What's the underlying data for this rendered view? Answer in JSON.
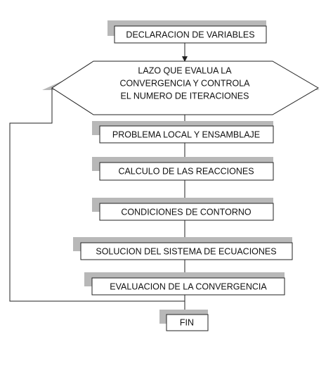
{
  "diagram": {
    "declaration": "DECLARACION DE VARIABLES",
    "loop": {
      "line1": "LAZO QUE EVALUA LA",
      "line2": "CONVERGENCIA Y CONTROLA",
      "line3": "EL NUMERO DE ITERACIONES"
    },
    "local_problem": "PROBLEMA LOCAL Y ENSAMBLAJE",
    "reactions": "CALCULO DE LAS REACCIONES",
    "boundary": "CONDICIONES DE CONTORNO",
    "solution": "SOLUCION DEL SISTEMA DE ECUACIONES",
    "convergence": "EVALUACION DE LA CONVERGENCIA",
    "end": "FIN"
  },
  "colors": {
    "stroke": "#222222",
    "shadow": "#b8b8b8",
    "background": "#ffffff"
  }
}
